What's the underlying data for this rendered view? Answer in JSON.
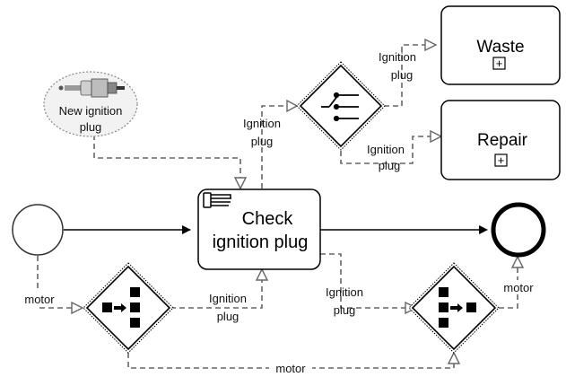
{
  "nodes": {
    "start_event": {
      "label": ""
    },
    "end_event": {
      "label": ""
    },
    "data_object": {
      "label_line1": "New ignition",
      "label_line2": "plug",
      "icon": "spark-plug-icon"
    },
    "task": {
      "line1": "Check",
      "line2": "ignition plug",
      "icon": "manual-hand-icon"
    },
    "waste": {
      "label": "Waste",
      "marker": "+"
    },
    "repair": {
      "label": "Repair",
      "marker": "+"
    },
    "split_gateway": {
      "icon": "split-switch-icon"
    },
    "disassemble_gateway": {
      "icon": "one-to-many-icon"
    },
    "assemble_gateway": {
      "icon": "many-to-one-icon"
    }
  },
  "edge_labels": {
    "to_task_flow": {
      "line1": "Ignition",
      "line2": "plug"
    },
    "to_waste": {
      "line1": "Ignition",
      "line2": "plug"
    },
    "to_repair": {
      "line1": "Ignition",
      "line2": "plug"
    },
    "from_disassemble": {
      "line1": "Ignition",
      "line2": "plug"
    },
    "to_assemble": {
      "line1": "Ignition",
      "line2": "plug"
    },
    "motor_left": "motor",
    "motor_right": "motor",
    "motor_bottom": "motor"
  }
}
